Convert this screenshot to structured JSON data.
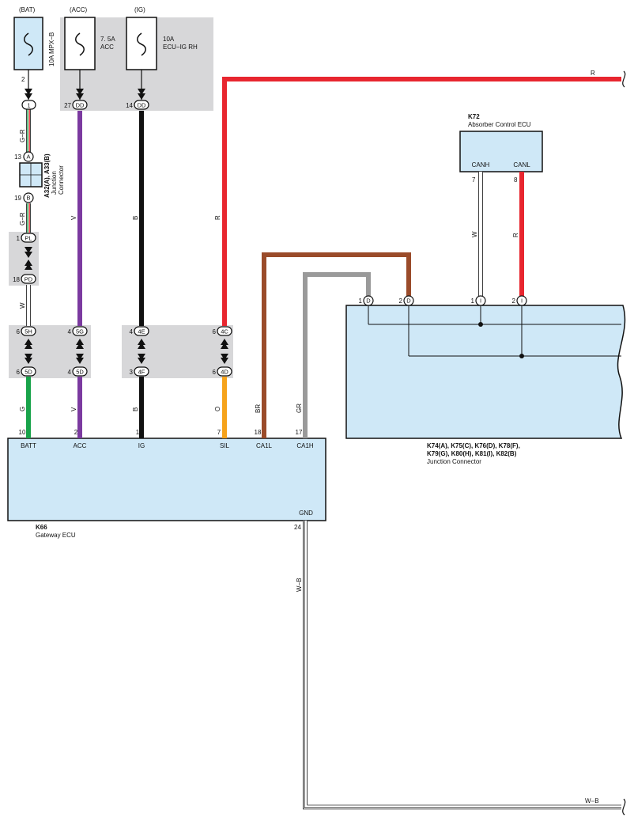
{
  "colors": {
    "panel_gray": "#d7d7d9",
    "box_blue": "#cfe8f7",
    "wire_red": "#e8262f",
    "wire_purple": "#7b3aa0",
    "wire_black": "#111111",
    "wire_green": "#18a34a",
    "wire_orange": "#f6a31b",
    "wire_brown": "#9a4b2a",
    "wire_gray": "#9a9a9a",
    "wire_white": "#ffffff"
  },
  "fuses": {
    "bat": {
      "source": "(BAT)",
      "rating": "10A MPX−B",
      "pin": "2"
    },
    "acc": {
      "source": "(ACC)",
      "rating": "7. 5A",
      "name": "ACC"
    },
    "ig": {
      "source": "(IG)",
      "rating": "10A",
      "name": "ECU−IG RH"
    }
  },
  "connectors": {
    "c1": {
      "code": "1"
    },
    "c27": {
      "num": "27",
      "code": "DD"
    },
    "c14": {
      "num": "14",
      "code": "DD"
    },
    "a13": {
      "num": "13",
      "code": "A"
    },
    "b19": {
      "num": "19",
      "code": "B"
    },
    "pl": {
      "num": "1",
      "code": "PL"
    },
    "pd": {
      "num": "18",
      "code": "PD"
    },
    "c5h": {
      "num": "6",
      "code": "5H"
    },
    "c5d": {
      "num": "6",
      "code": "5D"
    },
    "c5g": {
      "num": "4",
      "code": "5G"
    },
    "c5d2": {
      "num": "4",
      "code": "5D"
    },
    "c4e": {
      "num": "4",
      "code": "4E"
    },
    "c4f": {
      "num": "3",
      "code": "4F"
    },
    "c4c": {
      "num": "6",
      "code": "4C"
    },
    "c4d": {
      "num": "6",
      "code": "4D"
    }
  },
  "junction_a": {
    "title": "A32(A), A33(B)",
    "sub1": "Junction",
    "sub2": "Connector"
  },
  "wire_colors": {
    "gr1": "G−R",
    "gr2": "G−R",
    "w": "W",
    "g": "G",
    "v1": "V",
    "v2": "V",
    "b1": "B",
    "b2": "B",
    "r1": "R",
    "o": "O",
    "br": "BR",
    "gr": "GR",
    "r_top": "R",
    "w_k72": "W",
    "r_k72": "R",
    "wb_vert": "W−B",
    "wb_bottom": "W−B"
  },
  "k66": {
    "code": "K66",
    "name": "Gateway ECU",
    "pins": [
      {
        "num": "10",
        "label": "BATT"
      },
      {
        "num": "2",
        "label": "ACC"
      },
      {
        "num": "1",
        "label": "IG"
      },
      {
        "num": "7",
        "label": "SIL"
      },
      {
        "num": "18",
        "label": "CA1L"
      },
      {
        "num": "17",
        "label": "CA1H"
      }
    ],
    "gnd_label": "GND",
    "gnd_num": "24"
  },
  "k72": {
    "code": "K72",
    "name": "Absorber Control ECU",
    "canh": "CANH",
    "canl": "CANL",
    "canh_num": "7",
    "canl_num": "8"
  },
  "junction_k": {
    "line1": "K74(A), K75(C), K76(D), K78(F),",
    "line2": "K79(G), K80(H), K81(I), K82(B)",
    "name": "Junction Connector",
    "pins": [
      {
        "num": "1",
        "code": "D"
      },
      {
        "num": "2",
        "code": "D"
      },
      {
        "num": "1",
        "code": "I"
      },
      {
        "num": "2",
        "code": "I"
      }
    ]
  }
}
